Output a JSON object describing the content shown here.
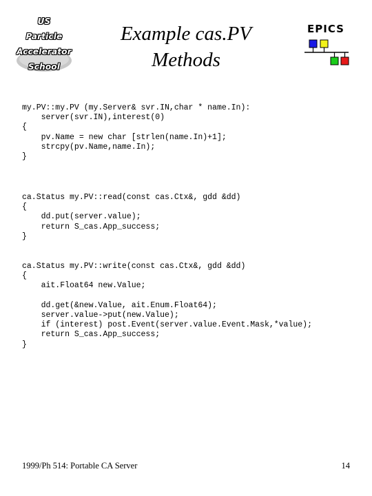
{
  "logo_uspas": {
    "lines": [
      "US",
      "Particle",
      "Accelerator",
      "School"
    ],
    "icon": "uspas-logo-icon"
  },
  "title": {
    "line1": "Example cas.PV",
    "line2": "Methods"
  },
  "logo_epics": {
    "text": "EPICS",
    "icon": "epics-network-icon",
    "colors": {
      "blue": "#1a1ae6",
      "yellow": "#f2f21a",
      "green": "#1acc1a",
      "red": "#e61a1a"
    }
  },
  "code_blocks": [
    {
      "lines": [
        "my.PV::my.PV (my.Server& svr.IN,char * name.In):",
        "    server(svr.IN),interest(0)",
        "{",
        "    pv.Name = new char [strlen(name.In)+1];",
        "    strcpy(pv.Name,name.In);",
        "}"
      ]
    },
    {
      "lines": [
        "ca.Status my.PV::read(const cas.Ctx&, gdd &dd)",
        "{",
        "    dd.put(server.value);",
        "    return S_cas.App_success;",
        "}"
      ]
    },
    {
      "lines": [
        "ca.Status my.PV::write(const cas.Ctx&, gdd &dd)",
        "{",
        "    ait.Float64 new.Value;",
        "",
        "    dd.get(&new.Value, ait.Enum.Float64);",
        "    server.value->put(new.Value);",
        "    if (interest) post.Event(server.value.Event.Mask,*value);",
        "    return S_cas.App_success;",
        "}"
      ]
    }
  ],
  "footer": {
    "left": "1999/Ph 514: Portable CA Server",
    "page_number": "14"
  }
}
